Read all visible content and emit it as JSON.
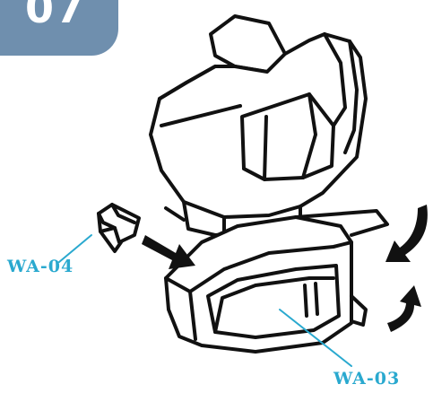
{
  "step": {
    "number": "07",
    "badge_color": "#6f8fae"
  },
  "callouts": [
    {
      "label": "WA-04",
      "color": "#2aa9cf"
    },
    {
      "label": "WA-03",
      "color": "#2aa9cf"
    }
  ],
  "icons": [
    "push-arrow-icon",
    "rotate-arrow-icon",
    "rotate-arrow-icon"
  ]
}
